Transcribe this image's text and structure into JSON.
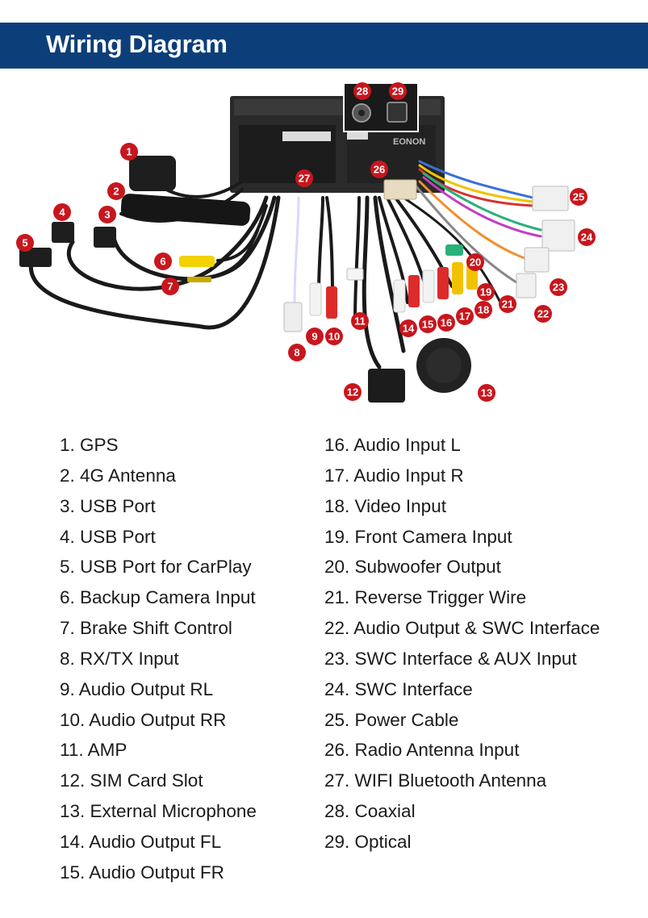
{
  "header": {
    "title": "Wiring Diagram"
  },
  "colors": {
    "header_bg": "#0c3f7a",
    "callout": "#c8161d"
  },
  "diagram": {
    "brand_label": "EONON",
    "callouts": [
      "1",
      "2",
      "3",
      "4",
      "5",
      "6",
      "7",
      "8",
      "9",
      "10",
      "11",
      "12",
      "13",
      "14",
      "15",
      "16",
      "17",
      "18",
      "19",
      "20",
      "21",
      "22",
      "23",
      "24",
      "25",
      "26",
      "27",
      "28",
      "29"
    ]
  },
  "legend": {
    "left": [
      "1. GPS",
      "2. 4G Antenna",
      "3. USB Port",
      "4. USB Port",
      "5. USB Port for CarPlay",
      "6. Backup Camera Input",
      "7. Brake Shift Control",
      "8. RX/TX Input",
      "9. Audio Output RL",
      "10. Audio Output RR",
      "11. AMP",
      "12. SIM Card Slot",
      "13. External Microphone",
      "14. Audio Output FL",
      "15. Audio Output FR"
    ],
    "right": [
      "16. Audio Input L",
      "17. Audio Input R",
      "18. Video Input",
      "19. Front Camera Input",
      "20. Subwoofer Output",
      "21. Reverse Trigger Wire",
      "22. Audio Output & SWC Interface",
      "23. SWC Interface & AUX Input",
      "24. SWC Interface",
      "25. Power Cable",
      "26. Radio Antenna Input",
      "27. WIFI Bluetooth Antenna",
      "28. Coaxial",
      "29. Optical"
    ]
  }
}
